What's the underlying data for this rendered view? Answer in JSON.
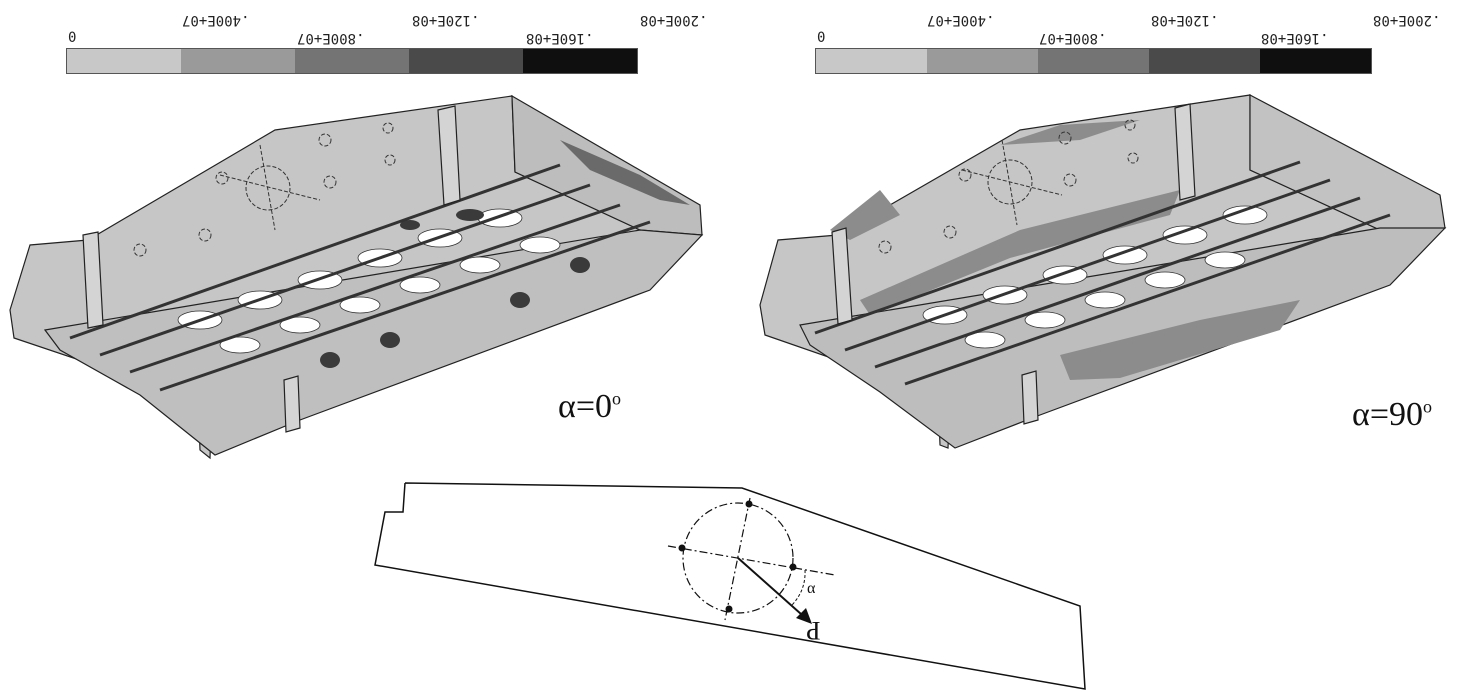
{
  "legend_left": {
    "ticks": [
      "0",
      ".400E+07",
      ".800E+07",
      ".120E+08",
      ".160E+08",
      ".200E+08"
    ],
    "colors": [
      "#c8c8c8",
      "#9a9a9a",
      "#747474",
      "#4a4a4a",
      "#0f0f0f"
    ]
  },
  "legend_right": {
    "ticks": [
      "0",
      ".400E+07",
      ".800E+07",
      ".120E+08",
      ".160E+08",
      ".200E+08"
    ],
    "colors": [
      "#c8c8c8",
      "#9a9a9a",
      "#747474",
      "#4a4a4a",
      "#0f0f0f"
    ]
  },
  "views": {
    "left_label": "α=0",
    "right_label": "α=90",
    "degree": "o"
  },
  "schematic": {
    "alpha": "α",
    "force": "P"
  }
}
